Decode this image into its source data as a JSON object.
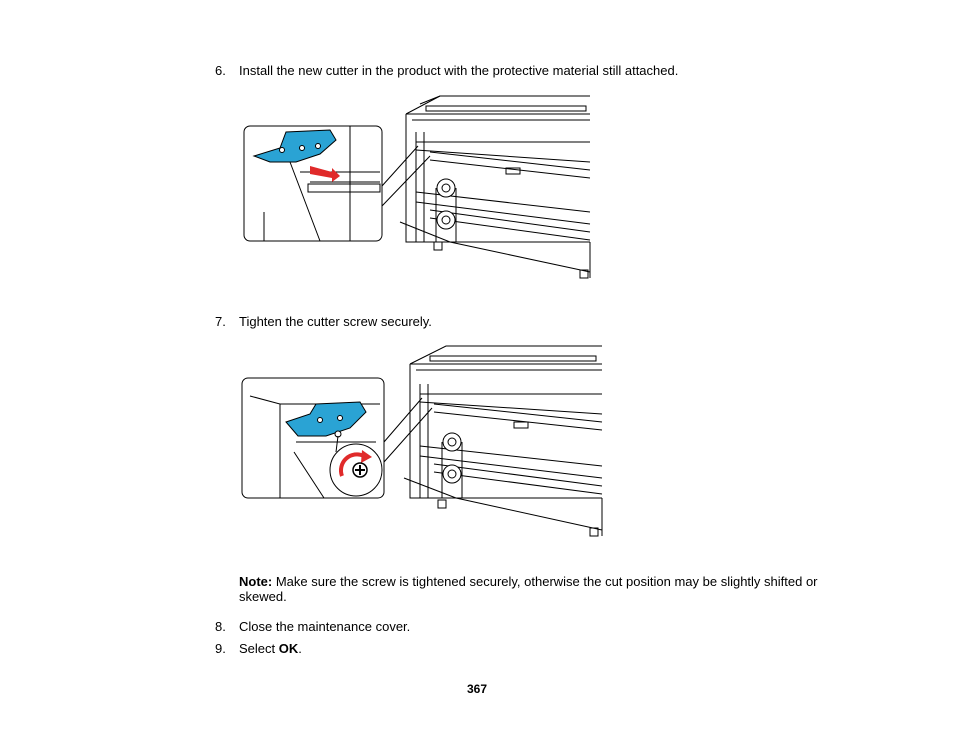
{
  "steps": [
    {
      "number": "6.",
      "text": "Install the new cutter in the product with the protective material still attached."
    },
    {
      "number": "7.",
      "text": "Tighten the cutter screw securely."
    },
    {
      "number": "8.",
      "text": "Close the maintenance cover."
    },
    {
      "number": "9.",
      "text_before": "Select ",
      "bold": "OK",
      "text_after": "."
    }
  ],
  "note": {
    "label": "Note:",
    "text": " Make sure the screw is tightened securely, otherwise the cut position may be slightly shifted or",
    "text_line2": "skewed."
  },
  "page_number": "367",
  "colors": {
    "cutter_blue": "#2aa3d4",
    "arrow_red": "#e02a2a"
  }
}
